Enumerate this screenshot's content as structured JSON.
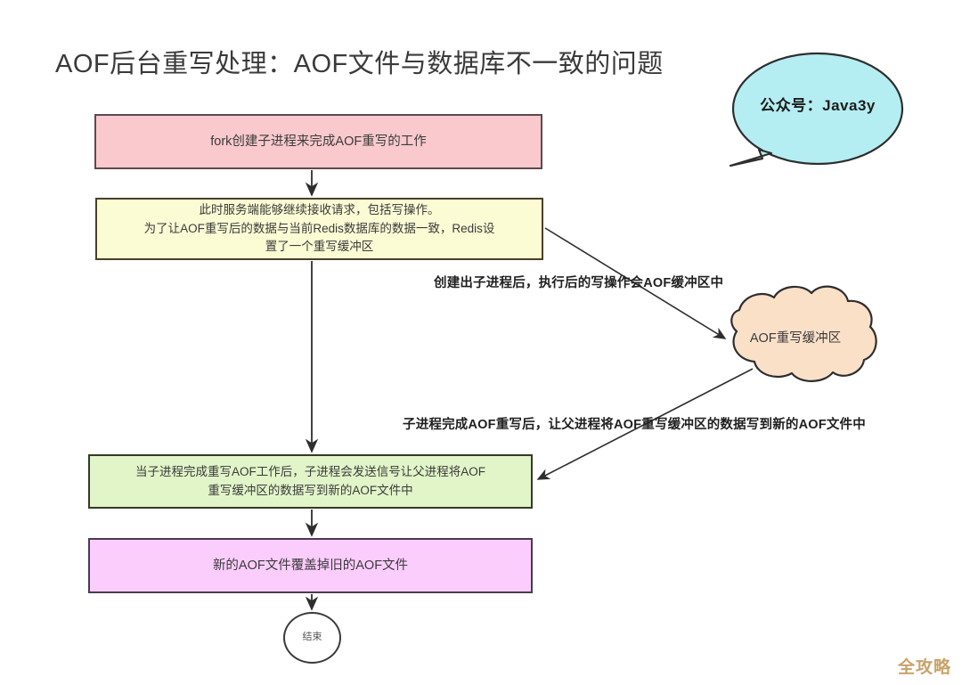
{
  "title": "AOF后台重写处理：AOF文件与数据库不一致的问题",
  "watermark": "全攻略",
  "colors": {
    "pink_fill": "#fac9cd",
    "yellow_fill": "#fbfbd4",
    "green_fill": "#e1f5c8",
    "purple_fill": "#fbcdfd",
    "cloud_fill": "#fbe0c8",
    "bubble_fill": "#b4eef2",
    "stroke": "#3a3a3a",
    "watermark_color": "#c8a36a"
  },
  "bubble": {
    "text": "公众号：Java3y"
  },
  "nodes": {
    "fork": {
      "label": "fork创建子进程来完成AOF重写的工作"
    },
    "buffer_note": {
      "line1": "此时服务端能够继续接收请求，包括写操作。",
      "line2": "为了让AOF重写后的数据与当前Redis数据库的数据一致，Redis设",
      "line3": "置了一个重写缓冲区"
    },
    "rewrite_buffer": {
      "label": "AOF重写缓冲区"
    },
    "signal": {
      "line1": "当子进程完成重写AOF工作后，子进程会发送信号让父进程将AOF",
      "line2": "重写缓冲区的数据写到新的AOF文件中"
    },
    "overwrite": {
      "label": "新的AOF文件覆盖掉旧的AOF文件"
    },
    "end": {
      "label": "结束"
    }
  },
  "edges": {
    "to_buffer": {
      "label": "创建出子进程后，执行后的写操作会AOF缓冲区中"
    },
    "from_buffer": {
      "label": "子进程完成AOF重写后，让父进程将AOF重写缓冲区的数据写到新的AOF文件中"
    }
  }
}
